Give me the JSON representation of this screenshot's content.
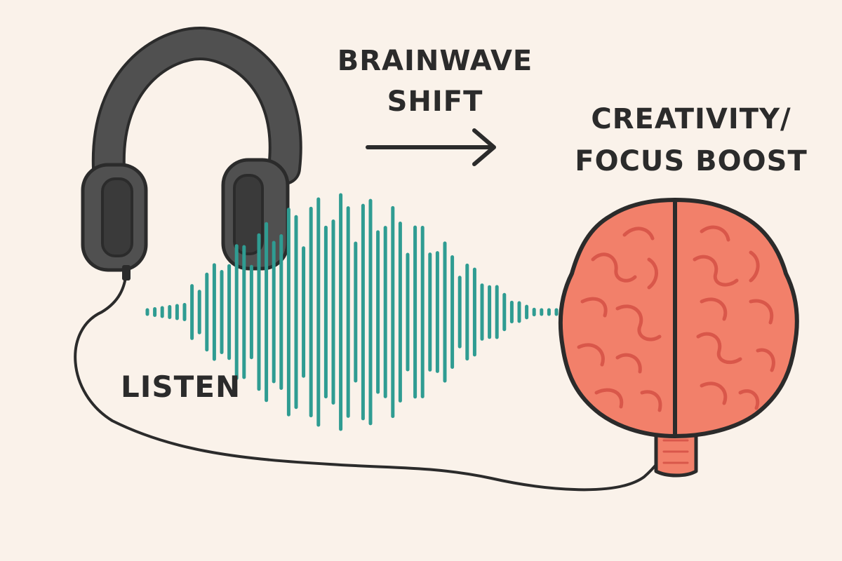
{
  "diagram": {
    "steps": [
      {
        "id": "listen",
        "lines": [
          "LISTEN"
        ]
      },
      {
        "id": "brainwave_shift",
        "lines": [
          "BRAINWAVE",
          "SHIFT"
        ]
      },
      {
        "id": "boost",
        "lines": [
          "CREATIVITY/",
          "FOCUS BOOST"
        ]
      }
    ],
    "icons": {
      "headphones": "headphones-icon",
      "sound_wave": "sound-wave-icon",
      "brain": "brain-icon",
      "arrow": "arrow-right-icon"
    },
    "colors": {
      "background": "#faf2ea",
      "outline": "#2b2b2b",
      "headphones": "#505050",
      "headphones_dark": "#3a3a3a",
      "wave": "#2f9c92",
      "brain": "#f2806a",
      "brain_folds": "#d9574a"
    }
  }
}
